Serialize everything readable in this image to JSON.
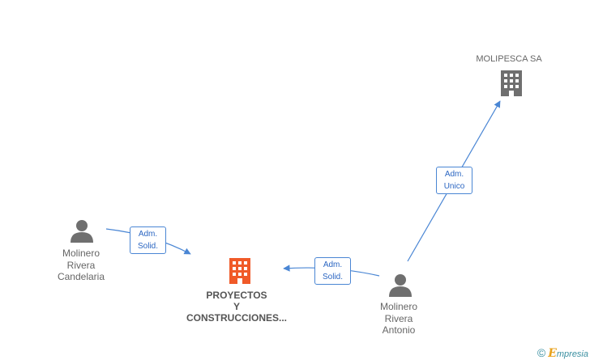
{
  "nodes": {
    "molipesca": {
      "label": "MOLIPESCA SA",
      "type": "company",
      "color": "#6f6f6f"
    },
    "proyectos": {
      "lines": [
        "PROYECTOS",
        "Y",
        "CONSTRUCCIONES..."
      ],
      "type": "company-focus",
      "color": "#f05a28"
    },
    "candelaria": {
      "lines": [
        "Molinero",
        "Rivera",
        "Candelaria"
      ],
      "type": "person",
      "color": "#6f6f6f"
    },
    "antonio": {
      "lines": [
        "Molinero",
        "Rivera",
        "Antonio"
      ],
      "type": "person",
      "color": "#6f6f6f"
    }
  },
  "edges": [
    {
      "from": "candelaria",
      "to": "proyectos",
      "label_lines": [
        "Adm.",
        "Solid."
      ]
    },
    {
      "from": "antonio",
      "to": "proyectos",
      "label_lines": [
        "Adm.",
        "Solid."
      ]
    },
    {
      "from": "antonio",
      "to": "molipesca",
      "label_lines": [
        "Adm.",
        "Unico"
      ]
    }
  ],
  "colors": {
    "edge": "#4a86d4",
    "edge_label_text": "#2b66c2"
  },
  "footer": {
    "copyright": "©",
    "brand_initial": "E",
    "brand_rest": "mpresia"
  }
}
